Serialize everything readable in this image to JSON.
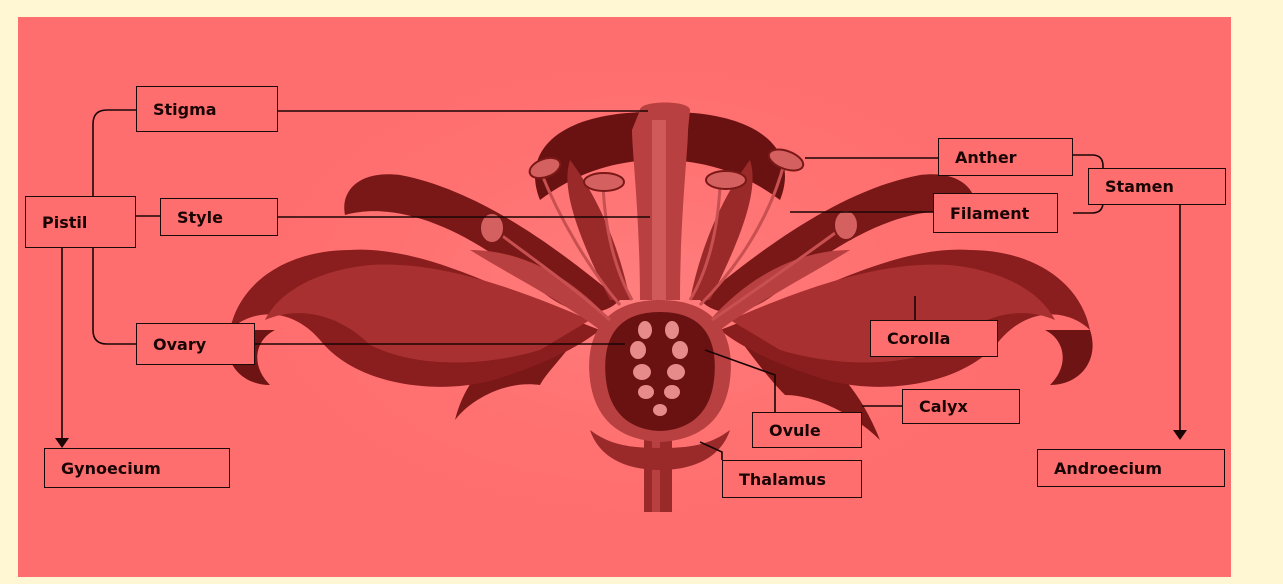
{
  "labels": {
    "stigma": "Stigma",
    "style": "Style",
    "pistil": "Pistil",
    "ovary": "Ovary",
    "gynoecium": "Gynoecium",
    "anther": "Anther",
    "filament": "Filament",
    "stamen": "Stamen",
    "corolla": "Corolla",
    "calyx": "Calyx",
    "ovule": "Ovule",
    "thalamus": "Thalamus",
    "androecium": "Androecium"
  },
  "colors": {
    "background": "#ff6e6e",
    "border": "#fff6d4",
    "petal_dark": "#8a1d1d",
    "petal_mid": "#b03636",
    "ink": "#1a0505"
  }
}
